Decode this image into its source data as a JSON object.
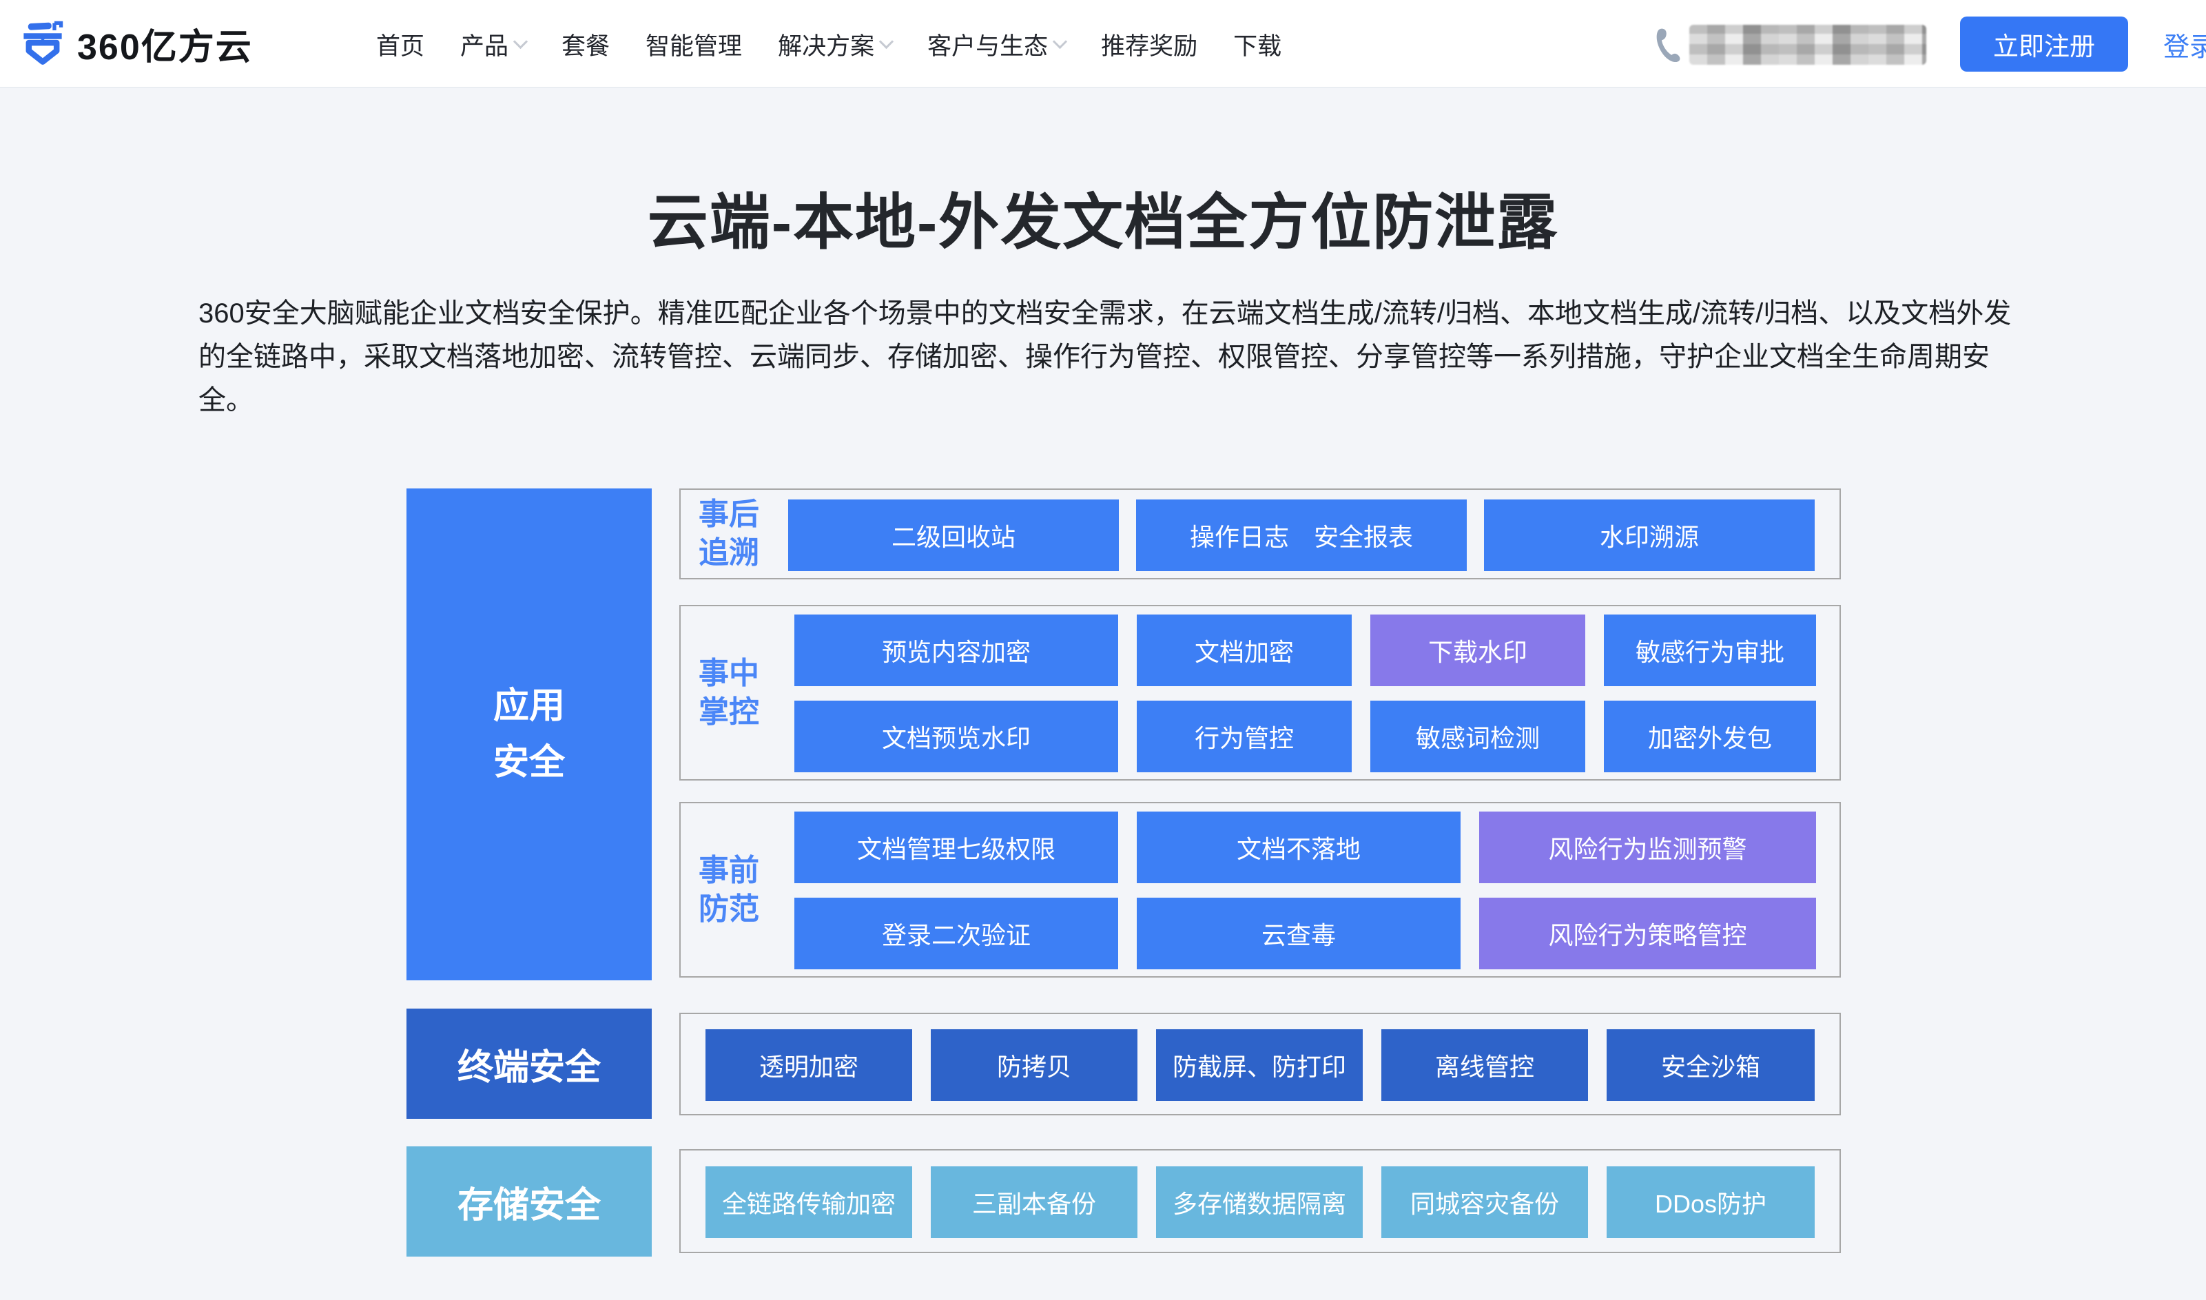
{
  "header": {
    "logo_text": "360亿方云",
    "nav": [
      {
        "label": "首页"
      },
      {
        "label": "产品"
      },
      {
        "label": "套餐"
      },
      {
        "label": "智能管理"
      },
      {
        "label": "解决方案"
      },
      {
        "label": "客户与生态"
      },
      {
        "label": "推荐奖励"
      },
      {
        "label": "下载"
      }
    ],
    "register_label": "立即注册",
    "login_label": "登录"
  },
  "hero": {
    "title": "云端-本地-外发文档全方位防泄露",
    "description": "360安全大脑赋能企业文档安全保护。精准匹配企业各个场景中的文档安全需求，在云端文档生成/流转/归档、本地文档生成/流转/归档、以及文档外发的全链路中，采取文档落地加密、流转管控、云端同步、存储加密、操作行为管控、权限管控、分享管控等一系列措施，守护企业文档全生命周期安全。"
  },
  "diagram": {
    "app_box": {
      "line1": "应用",
      "line2": "安全"
    },
    "row1": {
      "label_line1": "事后",
      "label_line2": "追溯",
      "b1": "二级回收站",
      "b2": "操作日志　安全报表",
      "b3": "水印溯源"
    },
    "row2": {
      "label_line1": "事中",
      "label_line2": "掌控",
      "b1": "预览内容加密",
      "b2": "文档加密",
      "b3": "下载水印",
      "b4": "敏感行为审批",
      "b5": "文档预览水印",
      "b6": "行为管控",
      "b7": "敏感词检测",
      "b8": "加密外发包"
    },
    "row3": {
      "label_line1": "事前",
      "label_line2": "防范",
      "b1": "文档管理七级权限",
      "b2": "文档不落地",
      "b3": "风险行为监测预警",
      "b4": "登录二次验证",
      "b5": "云查毒",
      "b6": "风险行为策略管控"
    },
    "row4": {
      "label": "终端安全",
      "b1": "透明加密",
      "b2": "防拷贝",
      "b3": "防截屏、防打印",
      "b4": "离线管控",
      "b5": "安全沙箱"
    },
    "row5": {
      "label": "存储安全",
      "b1": "全链路传输加密",
      "b2": "三副本备份",
      "b3": "多存储数据隔离",
      "b4": "同城容灾备份",
      "b5": "DDos防护"
    }
  },
  "colors": {
    "primary_blue": "#3d7ff5",
    "purple": "#8779ea",
    "dark_blue": "#2e63c9",
    "light_blue": "#68b7de",
    "register_button": "#3577f5",
    "row_label_blue": "#4a86f7",
    "page_background": "#f3f5f9"
  }
}
